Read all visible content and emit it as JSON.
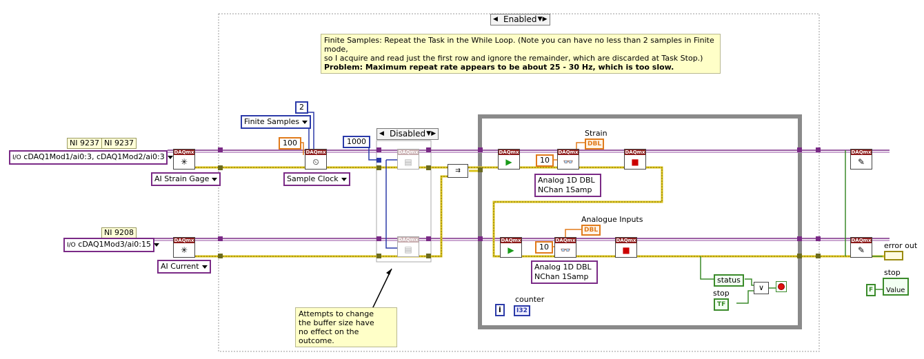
{
  "structure": {
    "enabled_selector": "Enabled",
    "disabled_selector": "Disabled"
  },
  "comment": {
    "line1": "Finite Samples: Repeat the Task in the While Loop. (Note you can have no less than 2 samples in Finite mode,",
    "line2": "so I acquire and read just the first row and ignore the remainder, which are discarded at Task Stop.)",
    "line3": "Problem: Maximum repeat rate appears to be about 25 - 30 Hz, which is too slow."
  },
  "note_buffer": {
    "line1": "Attempts to change",
    "line2": "the buffer size have",
    "line3": "no effect on the outcome."
  },
  "labels": {
    "ni9237_a": "NI 9237",
    "ni9237_b": "NI 9237",
    "ni9208": "NI 9208",
    "strain": "Strain",
    "analogue_inputs": "Analogue Inputs",
    "counter": "counter",
    "stop_inner": "stop",
    "error_out": "error out",
    "stop_out": "stop"
  },
  "controls": {
    "channels_top": "cDAQ1Mod1/ai0:3, cDAQ1Mod2/ai0:3",
    "channels_bottom": "cDAQ1Mod3/ai0:15",
    "ai_strain_gage": "AI Strain Gage",
    "ai_current": "AI Current",
    "finite_samples": "Finite Samples",
    "sample_clock": "Sample Clock",
    "analog_read_top_l1": "Analog 1D DBL",
    "analog_read_top_l2": "NChan 1Samp",
    "analog_read_bot_l1": "Analog 1D DBL",
    "analog_read_bot_l2": "NChan 1Samp"
  },
  "constants": {
    "two": "2",
    "hundred": "100",
    "thousand": "1000",
    "ten_top": "10",
    "ten_bot": "10",
    "loop_i": "i",
    "false_const": "F"
  },
  "indicators": {
    "dbl_top": "DBL",
    "dbl_bot": "DBL",
    "i32": "I32",
    "status": "status",
    "tf": "TF",
    "value": "Value"
  },
  "vi_header": "DAQmx",
  "colors": {
    "task_wire": "#7a2a86",
    "error_wire": "#d9c21a",
    "loop_frame": "#8a8a8a",
    "numeric_orange": "#e07a1a",
    "int_blue": "#2b3aa8",
    "bool_green": "#3a8a2a"
  }
}
